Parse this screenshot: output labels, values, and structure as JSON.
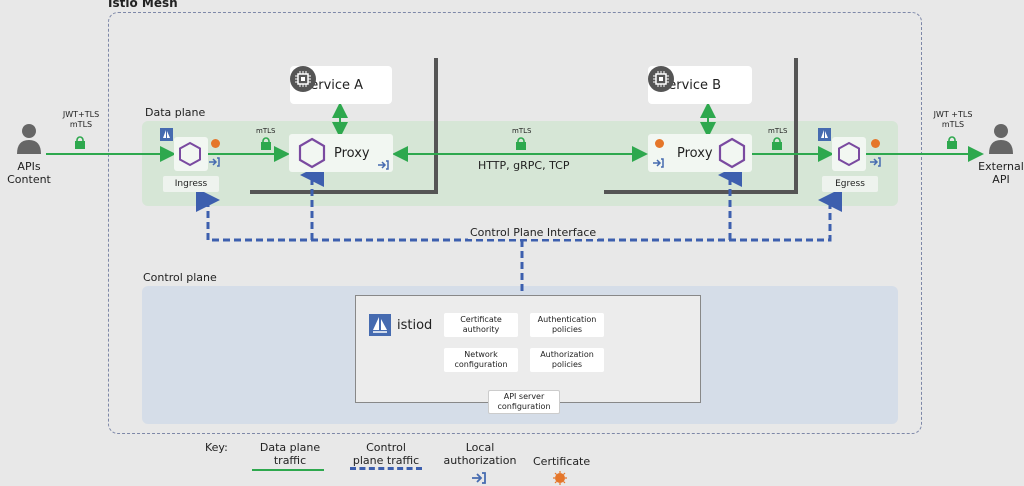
{
  "mesh_title": "Istio Mesh",
  "left_actor": {
    "label_line1": "APIs",
    "label_line2": "Content"
  },
  "right_actor": {
    "label_line1": "External",
    "label_line2": "API"
  },
  "left_auth": {
    "line1": "JWT+TLS",
    "line2": "mTLS"
  },
  "right_auth": {
    "line1": "JWT +TLS",
    "line2": "mTLS"
  },
  "data_plane_label": "Data plane",
  "control_plane_label": "Control plane",
  "ingress_label": "Ingress",
  "egress_label": "Egress",
  "service_a_label": "Service A",
  "service_b_label": "Service B",
  "proxy_a_label": "Proxy",
  "proxy_b_label": "Proxy",
  "mtls_label": "mTLS",
  "protocol_label": "HTTP, gRPC, TCP",
  "control_plane_interface_label": "Control Plane Interface",
  "istiod_label": "istiod",
  "policies": {
    "certificate_authority": "Certificate authority",
    "authentication_policies": "Authentication policies",
    "network_configuration": "Network configuration",
    "authorization_policies": "Authorization policies",
    "api_server_configuration": "API server configuration"
  },
  "key": {
    "title": "Key:",
    "data_plane_traffic": "Data plane traffic",
    "control_plane_traffic": "Control plane traffic",
    "local_authorization": "Local authorization",
    "certificate": "Certificate"
  },
  "colors": {
    "data_plane_green": "#2ea84e",
    "control_dash_blue": "#3d5fae",
    "proxy_purple": "#7a4aa0",
    "certificate_orange": "#e5762a",
    "istio_blue": "#466bb0"
  }
}
